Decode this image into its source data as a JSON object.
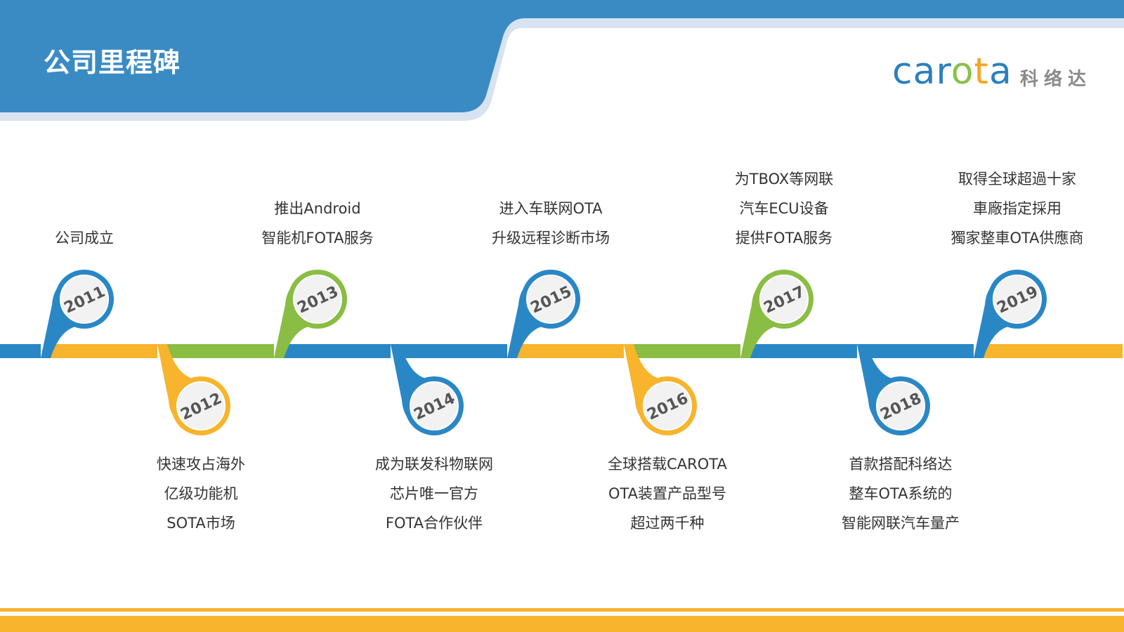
{
  "page": {
    "title": "公司里程碑"
  },
  "logo": {
    "letters": [
      {
        "char": "c",
        "color": "#2a7fc0"
      },
      {
        "char": "a",
        "color": "#2a7fc0"
      },
      {
        "char": "r",
        "color": "#2a7fc0"
      },
      {
        "char": "o",
        "color": "#8ac04a"
      },
      {
        "char": "t",
        "color": "#f5a623"
      },
      {
        "char": "a",
        "color": "#2a7fc0"
      }
    ],
    "name_cn": "科络达"
  },
  "colors": {
    "header_blue": "#3a8bc4",
    "header_shadow": "#d8e3f1",
    "blue": "#2a87c6",
    "green": "#8abd43",
    "orange": "#f7b42c"
  },
  "milestones": [
    {
      "year": "2011",
      "color": "#2a87c6",
      "position": "up",
      "lines": [
        "公司成立"
      ]
    },
    {
      "year": "2012",
      "color": "#f7b42c",
      "position": "down",
      "lines": [
        "快速攻占海外",
        "亿级功能机",
        "SOTA市场"
      ]
    },
    {
      "year": "2013",
      "color": "#8abd43",
      "position": "up",
      "lines": [
        "推出Android",
        "智能机FOTA服务"
      ]
    },
    {
      "year": "2014",
      "color": "#2a87c6",
      "position": "down",
      "lines": [
        "成为联发科物联网",
        "芯片唯一官方",
        "FOTA合作伙伴"
      ]
    },
    {
      "year": "2015",
      "color": "#2a87c6",
      "position": "up",
      "lines": [
        "进入车联网OTA",
        "升级远程诊断市场"
      ]
    },
    {
      "year": "2016",
      "color": "#f7b42c",
      "position": "down",
      "lines": [
        "全球搭载CAROTA",
        "OTA装置产品型号",
        "超过两千种"
      ]
    },
    {
      "year": "2017",
      "color": "#8abd43",
      "position": "up",
      "lines": [
        "为TBOX等网联",
        "汽车ECU设备",
        "提供FOTA服务"
      ]
    },
    {
      "year": "2018",
      "color": "#2a87c6",
      "position": "down",
      "lines": [
        "首款搭配科络达",
        "整车OTA系统的",
        "智能网联汽车量产"
      ]
    },
    {
      "year": "2019",
      "color": "#2a87c6",
      "position": "up",
      "lines": [
        "取得全球超過十家",
        "車廠指定採用",
        "獨家整車OTA供應商"
      ]
    }
  ],
  "timeline_segments": [
    "#2a87c6",
    "#f7b42c",
    "#8abd43",
    "#2a87c6",
    "#2a87c6",
    "#f7b42c",
    "#8abd43",
    "#2a87c6",
    "#2a87c6",
    "#f7b42c"
  ]
}
